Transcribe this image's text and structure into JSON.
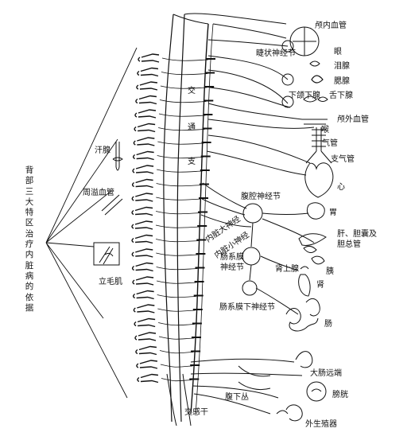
{
  "title_vertical": "背部三大特区治疗内脏病的依据",
  "labels": {
    "intracranial_vessels": "颅内血管",
    "ciliary_ganglion": "睫状神经节",
    "eye": "眼",
    "lacrimal_gland": "泪腺",
    "parotid_gland": "腮腺",
    "submandibular_gland": "下颌下腺",
    "sublingual_gland": "舌下腺",
    "extracranial_vessels": "颅外血管",
    "larynx": "喉",
    "trachea": "气管",
    "bronchus": "支气管",
    "heart": "心",
    "jiao": "交",
    "tong": "通",
    "zhi": "支",
    "sweat_gland": "汗腺",
    "peripheral_vessels": "周溢血管",
    "arrector_pili": "立毛肌",
    "celiac_ganglion": "腹腔神经节",
    "greater_splanchnic": "内脏大神经",
    "lesser_splanchnic": "内脏小神经",
    "stomach": "胃",
    "liver_gall": "肝、胆囊及",
    "bile_duct": "胆总管",
    "pancreas": "胰",
    "adrenal": "肾上腺",
    "kidney": "肾",
    "mesenteric_ganglion_1": "肠系膜",
    "mesenteric_ganglion_2": "神经节",
    "inf_mesenteric_ganglion": "肠系膜下神经节",
    "intestine": "肠",
    "distal_colon": "大肠远端",
    "hypogastric_plexus": "腹下丛",
    "bladder": "膀胱",
    "genitals": "外生殖器",
    "sympathetic_trunk": "交感干"
  }
}
